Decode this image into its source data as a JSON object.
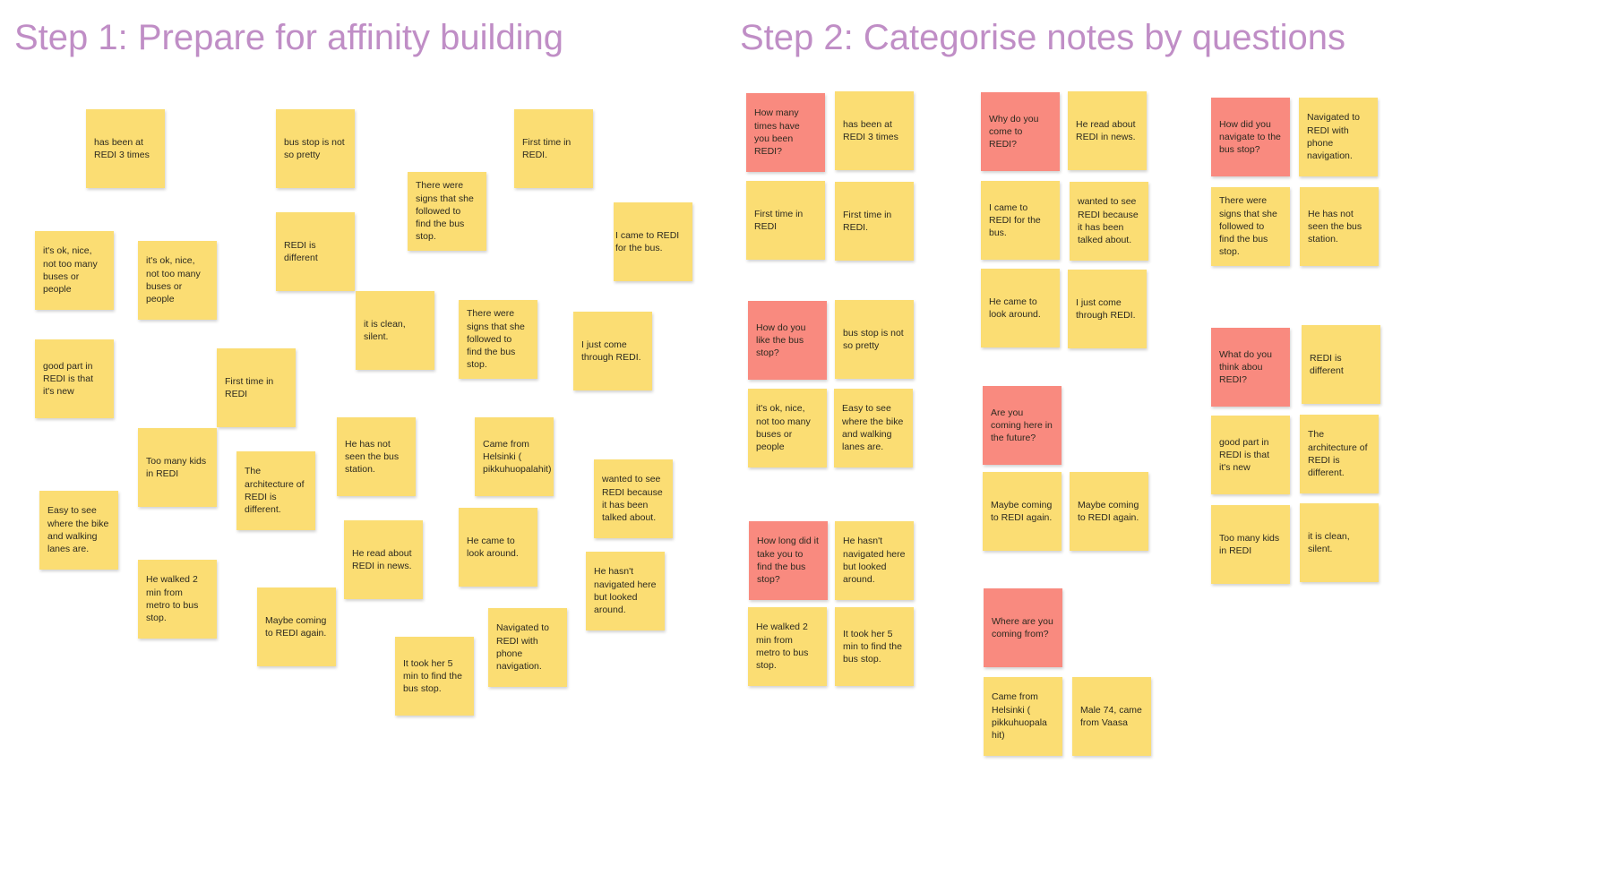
{
  "titles": {
    "step1": "Step 1:  Prepare for affinity building",
    "step2": "Step 2:  Categorise notes by questions"
  },
  "colors": {
    "title": "#c08ec6",
    "sticky_note": "#fbdd73",
    "question_note": "#f98a7f"
  },
  "step1_notes": [
    "has been at REDI 3 times",
    "bus stop is not so pretty",
    "First time in REDI.",
    "There were signs that she followed to find the bus stop.",
    "I came to REDI for the bus.",
    "it's ok, nice, not too many buses or people",
    "it's ok, nice, not too many buses or people",
    "REDI is different",
    "it is clean, silent.",
    "There were signs that she followed to find the bus stop.",
    "I just come through REDI.",
    "good part in REDI is that it's new",
    "First time in REDI",
    "Too many kids in REDI",
    "The architecture of REDI is different.",
    "He has not seen the bus station.",
    "Came from Helsinki ( pikkuhuopalahit)",
    "wanted to see REDI because it has been talked about.",
    "Easy to see where the bike and walking lanes are.",
    "He read about REDI in news.",
    "He came to look around.",
    "He hasn't navigated here but looked around.",
    "He walked 2 min from metro to bus stop.",
    "Maybe coming to REDI again.",
    "Navigated to REDI with phone navigation.",
    "It took her 5 min to find the bus stop."
  ],
  "step2_questions": [
    "How many times have you been REDI?",
    "How do you like the bus stop?",
    "How long did it take you to find the bus stop?",
    "Why do you come to REDI?",
    "Are you coming here in the future?",
    "Where are you coming from?",
    "How did you navigate to the bus stop?",
    "What do you think abou REDI?"
  ],
  "step2_answers": [
    "has been at REDI 3 times",
    "First time in REDI",
    "First time in REDI.",
    "bus stop is not so pretty",
    "it's ok, nice, not too many buses or people",
    "Easy to see where the bike and walking lanes are.",
    "He hasn't navigated here but looked around.",
    "He walked 2 min from metro to bus stop.",
    "It took her 5 min to find the bus stop.",
    "He read about REDI in news.",
    "I came to REDI for the bus.",
    "wanted to see REDI because it has been talked about.",
    "He came to look around.",
    "I just come through REDI.",
    "Maybe coming to REDI again.",
    "Maybe coming to REDI again.",
    "Came from Helsinki ( pikkuhuopala hit)",
    "Male 74, came from Vaasa",
    "Navigated to REDI with phone navigation.",
    "There were signs that she followed to find the bus stop.",
    "He has not seen the bus station.",
    "REDI is different",
    "good part in REDI is that it's new",
    "The architecture of REDI is different.",
    "Too many kids in REDI",
    "it is clean, silent."
  ]
}
